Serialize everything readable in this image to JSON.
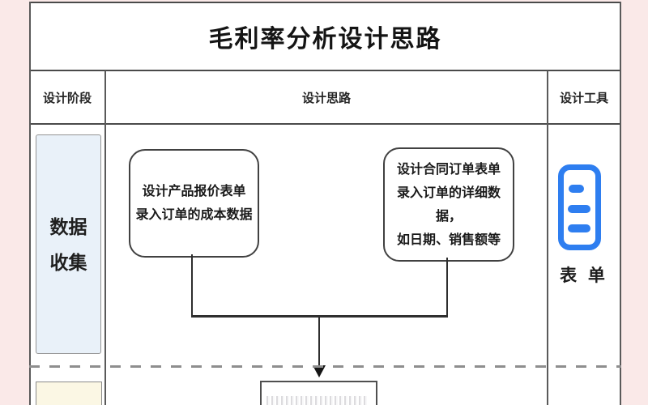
{
  "title": "毛利率分析设计思路",
  "table": {
    "headers": {
      "phase": "设计阶段",
      "idea": "设计思路",
      "tool": "设计工具"
    },
    "row_data_collection": {
      "phase_lines": [
        "数据",
        "收集"
      ],
      "quote_form_box": [
        "设计产品报价表单",
        "录入订单的成本数据"
      ],
      "contract_form_box": [
        "设计合同订单表单",
        "录入订单的详细数据，",
        "如日期、销售额等"
      ],
      "tool_icon": "form-icon",
      "tool_label": "表 单"
    }
  },
  "colors": {
    "page_background": "#fae9e8",
    "panel_background": "#ffffff",
    "stage_box_fill": "#e9f1f9",
    "next_stage_box_fill": "#fbf7e4",
    "icon_blue": "#2e7ef0",
    "line_gray": "#4a4a4a"
  }
}
